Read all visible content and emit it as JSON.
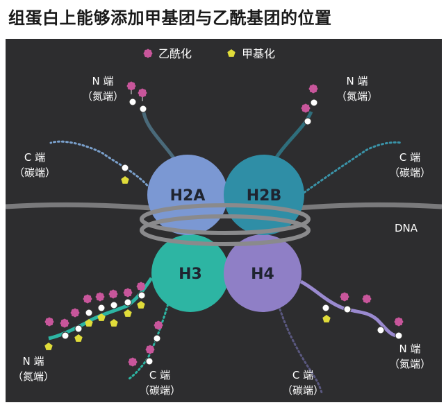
{
  "title": "组蛋白上能够添加甲基团与乙酰基团的位置",
  "legend": {
    "acetyl_label": "乙酰化",
    "methyl_label": "甲基化"
  },
  "histones": {
    "h2a": "H2A",
    "h2b": "H2B",
    "h3": "H3",
    "h4": "H4"
  },
  "dna_label": "DNA",
  "terminal_labels": {
    "n_top_left": [
      "N 端",
      "（氮端）"
    ],
    "n_top_right": [
      "N 端",
      "（氮端）"
    ],
    "c_left": [
      "C 端",
      "（碳端）"
    ],
    "c_right": [
      "C 端",
      "（碳端）"
    ],
    "n_bottom_left": [
      "N 端",
      "（氮端）"
    ],
    "c_bottom_mid_left": [
      "C 端",
      "（碳端）"
    ],
    "c_bottom_mid_right": [
      "C 端",
      "（碳端）"
    ],
    "n_bottom_right": [
      "N 端",
      "（氮端）"
    ]
  },
  "colors": {
    "panel_bg": "#2d2d2f",
    "h2a": "#7b98d3",
    "h2b": "#2f8ea6",
    "h3": "#2db5a3",
    "h4": "#8f7fc6",
    "acetyl": "#c8569b",
    "methyl": "#e0dc3a",
    "dna": "#7a7a7c"
  }
}
